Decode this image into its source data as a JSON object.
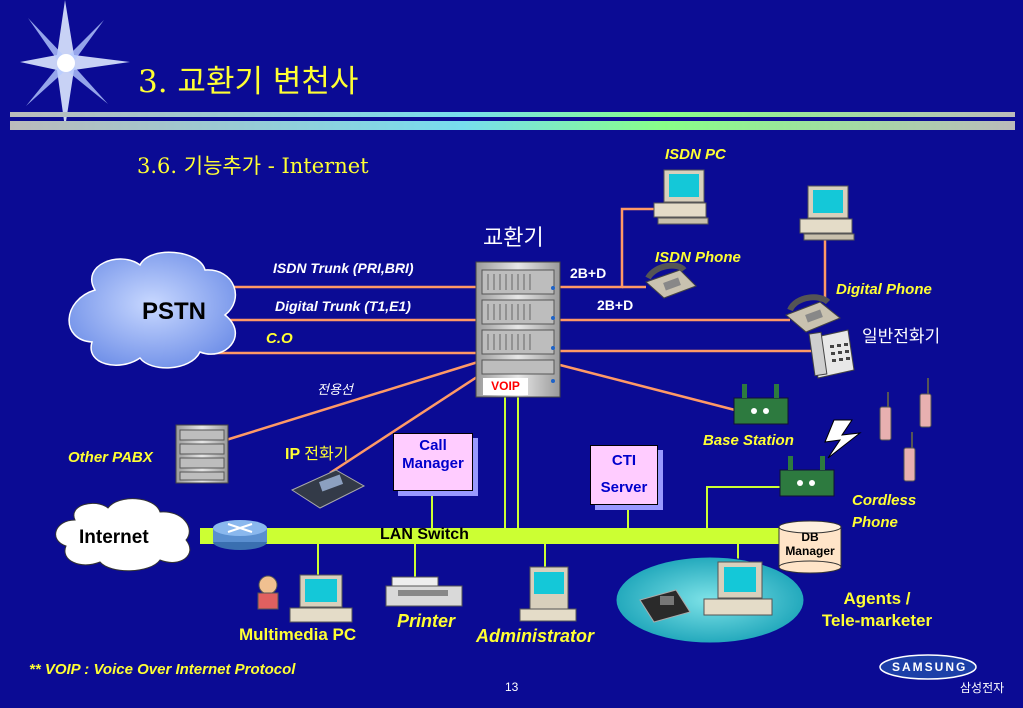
{
  "slide": {
    "title": "3. 교환기 변천사",
    "subtitle": "3.6. 기능추가 - Internet",
    "page_number": "13",
    "footnote": "** VOIP : Voice Over Internet Protocol"
  },
  "branding": {
    "logo_text": "SAMSUNG",
    "company_kr": "삼성전자"
  },
  "diagram": {
    "exchange_label": "교환기",
    "voip_label": "VOIP",
    "pstn_label": "PSTN",
    "internet_label": "Internet",
    "lan_switch_label": "LAN  Switch",
    "trunk_isdn": "ISDN Trunk (PRI,BRI)",
    "trunk_digital": "Digital Trunk (T1,E1)",
    "trunk_co": "C.O",
    "dedicated_line": "전용선",
    "other_pabx": "Other PABX",
    "isdn_pc": "ISDN PC",
    "isdn_phone": "ISDN Phone",
    "link_2bd_1": "2B+D",
    "link_2bd_2": "2B+D",
    "digital_phone": "Digital Phone",
    "general_phone": "일반전화기",
    "base_station": "Base Station",
    "cordless_phone_1": "Cordless",
    "cordless_phone_2": "Phone",
    "ip_phone_prefix": "IP",
    "ip_phone_suffix": "전화기",
    "call_manager_1": "Call",
    "call_manager_2": "Manager",
    "cti_server_1": "CTI",
    "cti_server_2": "Server",
    "db_manager_1": "DB",
    "db_manager_2": "Manager",
    "agents_1": "Agents /",
    "agents_2": "Tele-marketer",
    "multimedia_pc": "Multimedia PC",
    "printer": "Printer",
    "administrator": "Administrator"
  },
  "colors": {
    "background": "#0b0b94",
    "title": "#ffff33",
    "connector": "#ff9966",
    "lan_bus": "#ccff33",
    "box_fill": "#ffccff"
  }
}
